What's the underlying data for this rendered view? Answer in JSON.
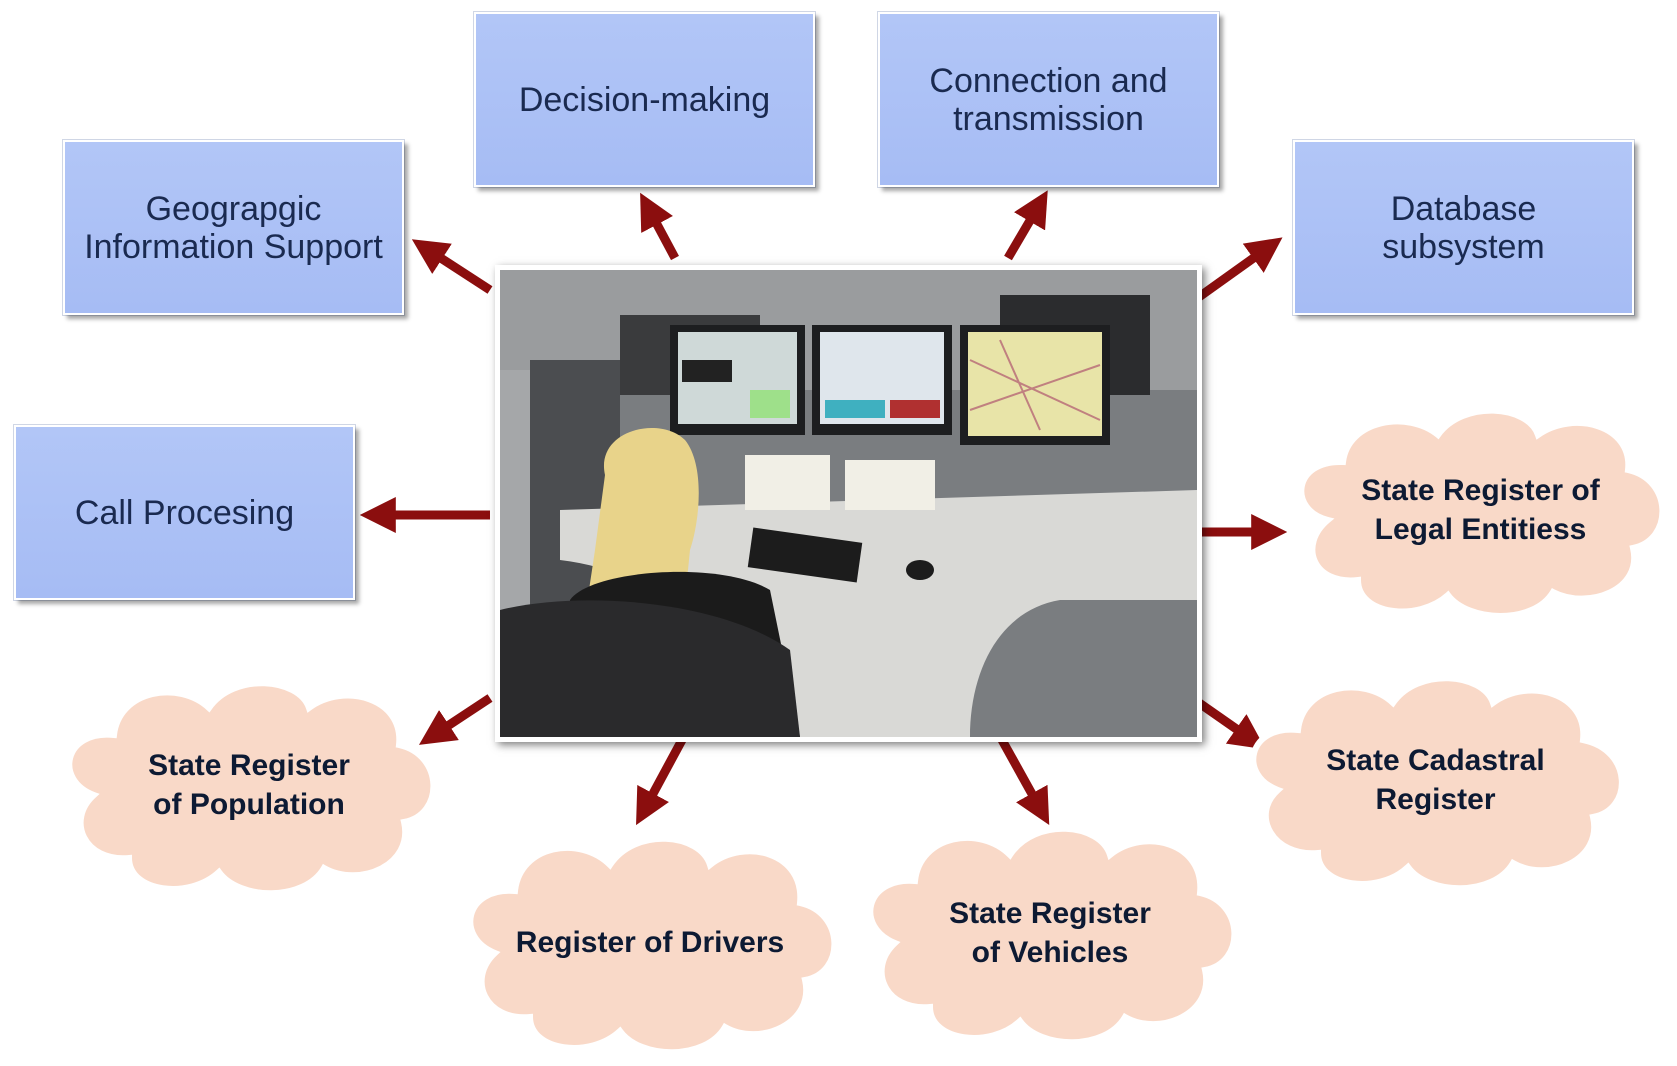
{
  "colors": {
    "box_fill": "#a6bcf4",
    "box_text": "#1a2a50",
    "cloud_fill": "#f9d9c8",
    "cloud_text": "#0d1a33",
    "arrow": "#8b0e0e"
  },
  "center_image": {
    "description_icon": "dispatch-operator-photo"
  },
  "boxes": {
    "decision": "Decision-making",
    "connection": "Connection and\ntransmission",
    "gis": "Geograpgic\nInformation Support",
    "database": "Database\nsubsystem",
    "call": "Call Procesing"
  },
  "clouds": {
    "legal": "State Register of\nLegal Entitiess",
    "population": "State Register\nof Population",
    "cadastral": "State Cadastral\nRegister",
    "drivers": "Register of Drivers",
    "vehicles": "State Register\nof Vehicles"
  }
}
